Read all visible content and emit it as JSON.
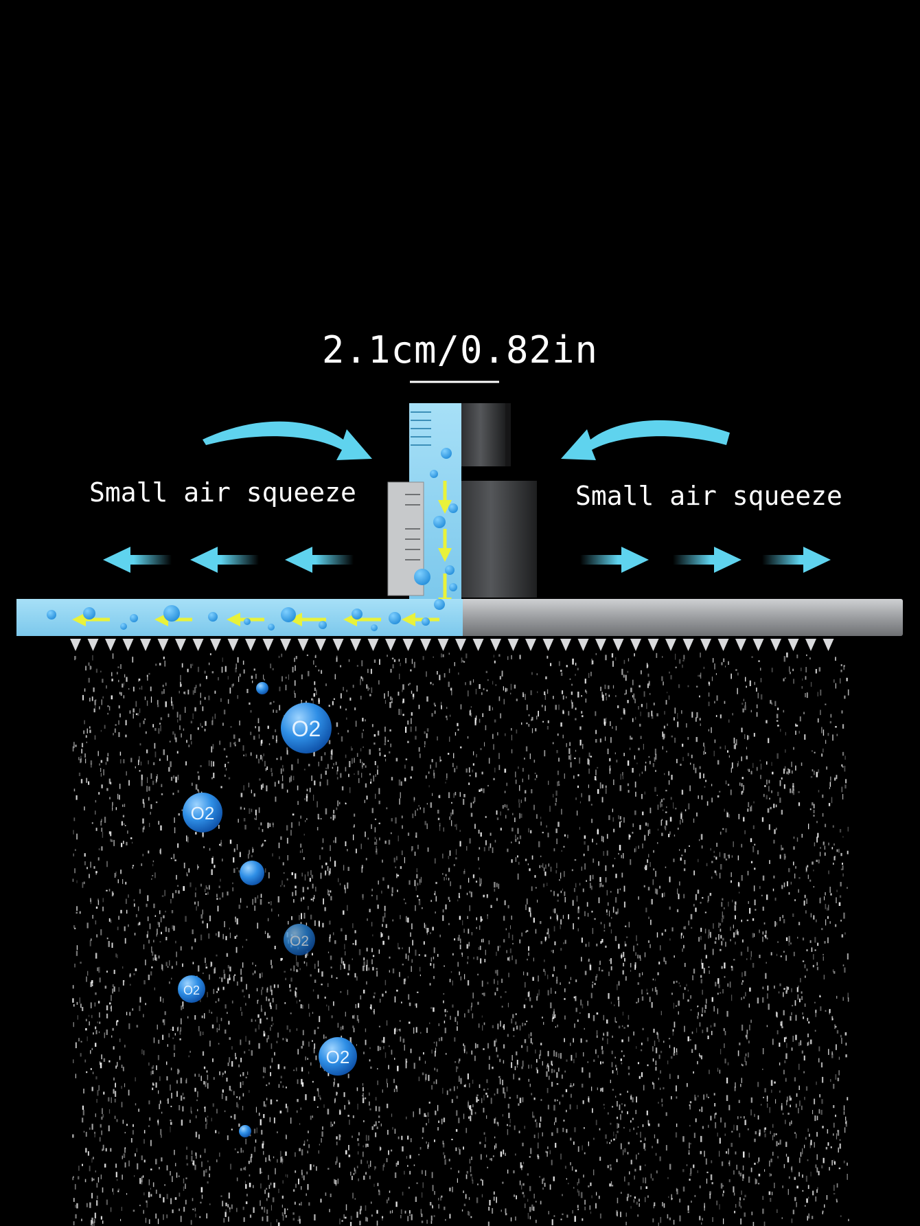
{
  "dimension": {
    "text": "2.1cm/0.82in"
  },
  "annotations": {
    "left": "Small air squeeze",
    "right": "Small air squeeze"
  },
  "bubble_label": "O2",
  "colors": {
    "background": "#000000",
    "water": "#8fd3f2",
    "arrow_cyan": "#5fd3ee",
    "flow_yellow": "#e9f23a",
    "oxygen_bubble": "#2c8ce0",
    "metal": "#a9abae"
  }
}
